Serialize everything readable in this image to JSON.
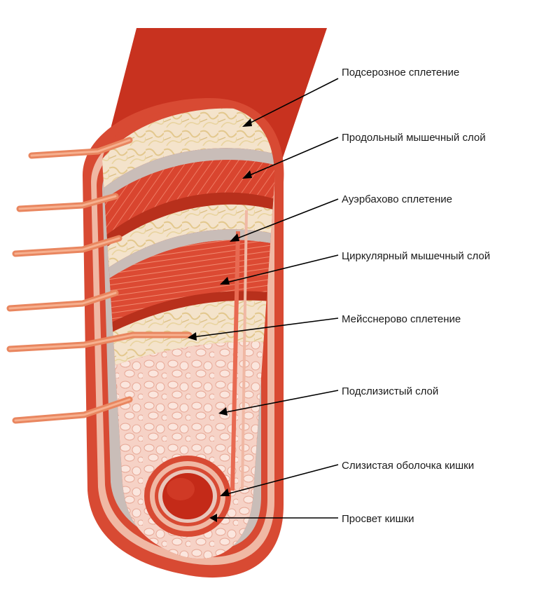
{
  "diagram": {
    "colors": {
      "serosa": "#c8321f",
      "muscle": "#d9452f",
      "muscle_light": "#e86a52",
      "plexus_bg": "#f2dfc6",
      "nerve": "#e6cf96",
      "grey_band": "#c9bdb8",
      "submucosa": "#f3c3b5",
      "lumen": "#c42a18"
    },
    "labels": [
      {
        "id": "subserous-plexus",
        "text": "Подсерозное сплетение"
      },
      {
        "id": "longitudinal-muscle",
        "text": "Продольный мышечный слой"
      },
      {
        "id": "auerbach-plexus",
        "text": "Ауэрбахово сплетение"
      },
      {
        "id": "circular-muscle",
        "text": "Циркулярный мышечный слой"
      },
      {
        "id": "meissner-plexus",
        "text": "Мейсснерово сплетение"
      },
      {
        "id": "submucosa",
        "text": "Подслизистый слой"
      },
      {
        "id": "mucosa",
        "text": "Слизистая оболочка кишки"
      },
      {
        "id": "lumen",
        "text": "Просвет кишки"
      }
    ]
  }
}
